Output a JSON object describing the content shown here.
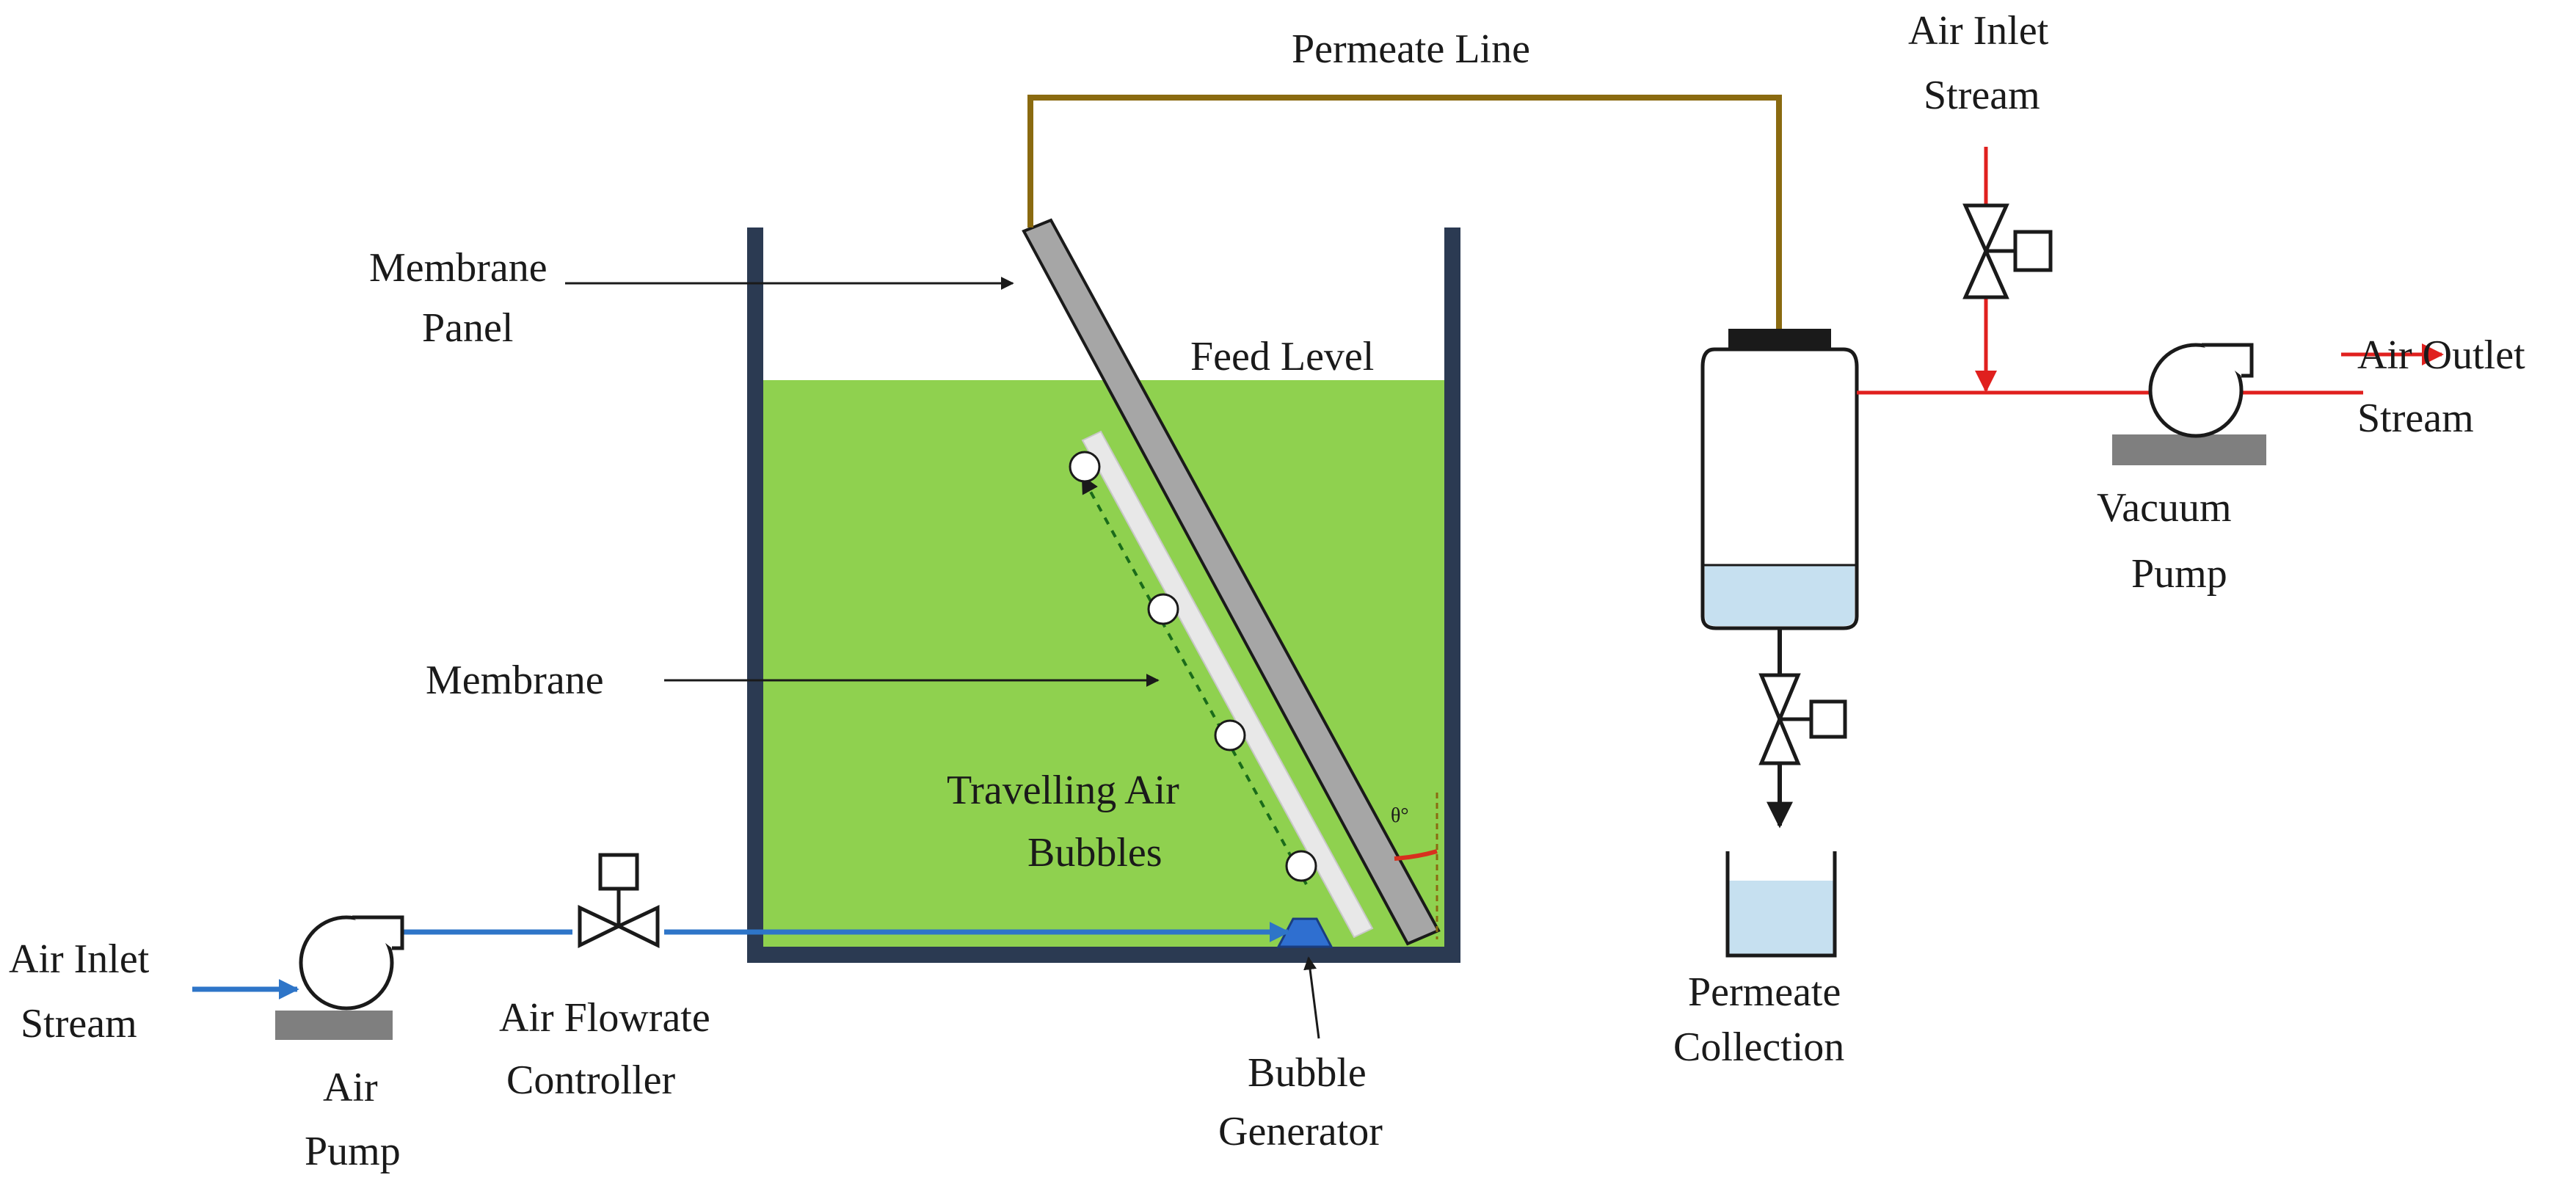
{
  "labels": {
    "permeate_line": "Permeate Line",
    "air_inlet_top_1": "Air Inlet",
    "air_inlet_top_2": "Stream",
    "membrane_panel_1": "Membrane",
    "membrane_panel_2": "Panel",
    "feed_level": "Feed Level",
    "air_outlet_1": "Air Outlet",
    "air_outlet_2": "Stream",
    "vacuum_pump_1": "Vacuum",
    "vacuum_pump_2": "Pump",
    "membrane": "Membrane",
    "travelling_1": "Travelling Air",
    "travelling_2": "Bubbles",
    "theta": "θ°",
    "air_inlet_left_1": "Air Inlet",
    "air_inlet_left_2": "Stream",
    "air_flowrate_1": "Air Flowrate",
    "air_flowrate_2": "Controller",
    "air_pump_1": "Air",
    "air_pump_2": "Pump",
    "bubble_gen_1": "Bubble",
    "bubble_gen_2": "Generator",
    "permeate_col_1": "Permeate",
    "permeate_col_2": "Collection"
  },
  "colors": {
    "feed_green": "#8fd14f",
    "tank_wall": "#2b3a52",
    "permeate_line": "#8a6a10",
    "air_blue_line": "#2e75c8",
    "air_red_line": "#e0201e",
    "panel_gray": "#a6a6a6",
    "liquid_blue": "#c6e0f0",
    "bubble_generator": "#2f6fd0"
  }
}
